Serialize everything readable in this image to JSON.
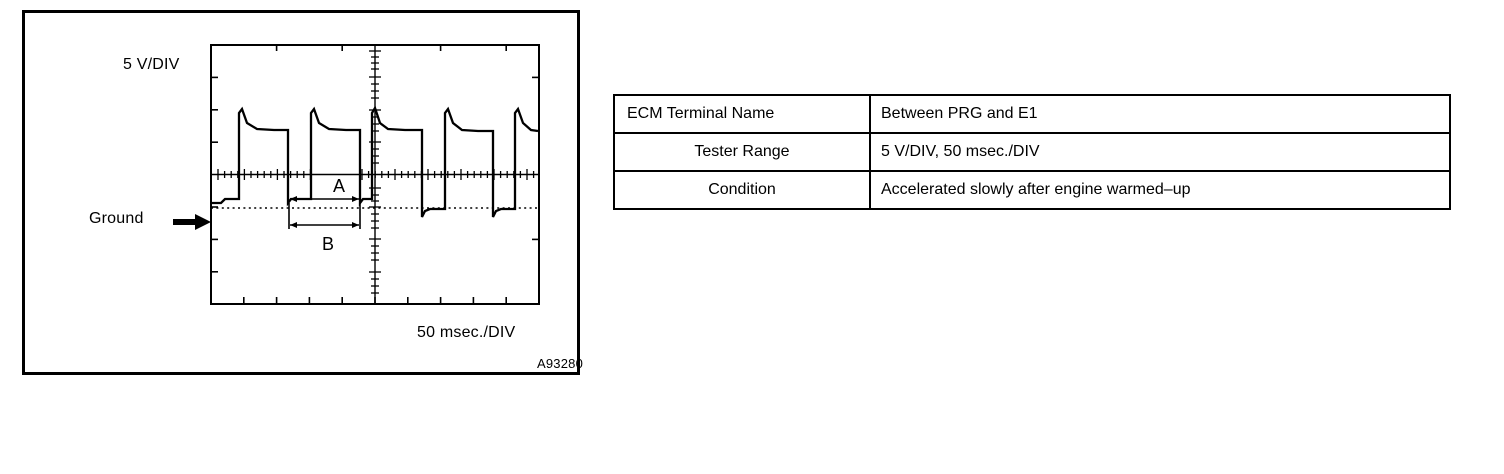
{
  "panel": {
    "v_div_label": "5 V/DIV",
    "ground_label": "Ground",
    "time_div_label": "50 msec./DIV",
    "figure_code": "A93280",
    "dimension_a": "A",
    "dimension_b": "B"
  },
  "table": {
    "rows": [
      {
        "key": "ECM Terminal Name",
        "value": "Between PRG and E1"
      },
      {
        "key": "Tester Range",
        "value": "5 V/DIV, 50 msec./DIV"
      },
      {
        "key": "Condition",
        "value": "Accelerated slowly after engine warmed–up"
      }
    ]
  },
  "chart_data": {
    "type": "line",
    "title": "",
    "xlabel": "50 msec./DIV",
    "ylabel": "5 V/DIV",
    "x_divisions": 10,
    "y_divisions": 8,
    "grid": true,
    "legend": "none",
    "annotations": [
      "Ground",
      "A",
      "B",
      "5 V/DIV",
      "50 msec./DIV"
    ],
    "ground_level_div": 3.0,
    "series": [
      {
        "name": "PRG - E1 waveform",
        "description": "Repeating duty-cycle pulse train: sharp rise to peak, exponential decay to plateau, sharp fall below ground with small undershoot, recovery to low level.",
        "pulses": [
          {
            "rise_x_div": 0.85,
            "fall_x_div": 2.35,
            "peak_y_div": 5.9,
            "plateau_y_div": 5.4,
            "low_y_div": 3.35
          },
          {
            "rise_x_div": 3.2,
            "fall_x_div": 4.7,
            "peak_y_div": 5.9,
            "plateau_y_div": 5.4,
            "low_y_div": 3.35
          },
          {
            "rise_x_div": 5.05,
            "fall_x_div": 6.25,
            "peak_y_div": 5.95,
            "plateau_y_div": 5.4,
            "low_y_div": 2.95
          },
          {
            "rise_x_div": 6.9,
            "fall_x_div": 8.1,
            "peak_y_div": 5.9,
            "plateau_y_div": 5.4,
            "low_y_div": 2.95
          },
          {
            "rise_x_div": 8.75,
            "fall_x_div": 10.0,
            "peak_y_div": 5.9,
            "plateau_y_div": 5.4,
            "low_y_div": 2.95
          }
        ]
      }
    ]
  }
}
